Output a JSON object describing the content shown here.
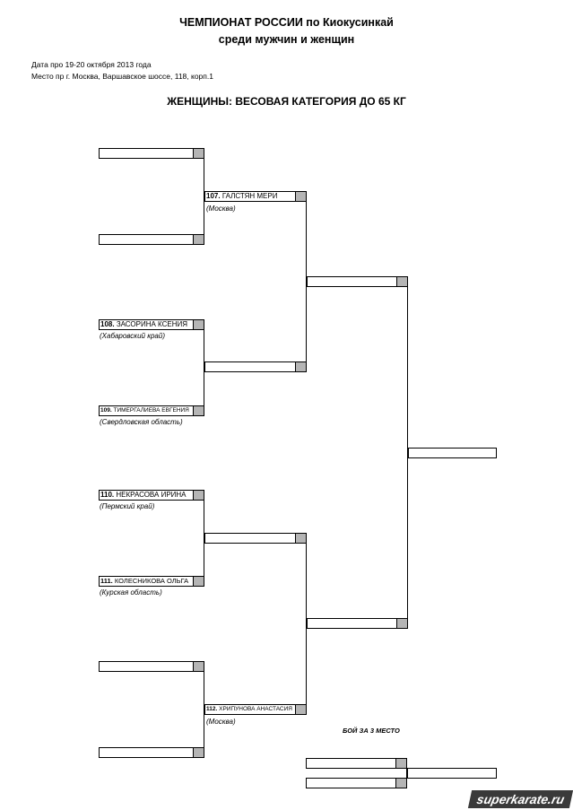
{
  "header": {
    "title_line1": "ЧЕМПИОНАТ РОССИИ по Киокусинкай",
    "title_line2": "среди мужчин и женщин",
    "date_line": "Дата про 19-20 октября 2013 года",
    "place_line": "Место пр г. Москва, Варшавское шоссе, 118, корп.1",
    "category": "ЖЕНЩИНЫ: ВЕСОВАЯ КАТЕГОРИЯ ДО 65 КГ"
  },
  "fighters": {
    "f107": {
      "num": "107.",
      "name": "ГАЛСТЯН МЕРИ",
      "region": "(Москва)"
    },
    "f108": {
      "num": "108.",
      "name": "ЗАСОРИНА КСЕНИЯ",
      "region": "(Хабаровский край)"
    },
    "f109": {
      "num": "109.",
      "name": "ТИМЕРГАЛИЕВА ЕВГЕНИЯ",
      "region": "(Свердловская область)"
    },
    "f110": {
      "num": "110.",
      "name": "НЕКРАСОВА ИРИНА",
      "region": "(Пермский край)"
    },
    "f111": {
      "num": "111.",
      "name": "КОЛЕСНИКОВА ОЛЬГА",
      "region": "(Курская область)"
    },
    "f112": {
      "num": "112.",
      "name": "ХРИПУНОВА АНАСТАСИЯ",
      "region": "(Москва)"
    }
  },
  "third_place_label": "БОЙ ЗА 3 МЕСТО",
  "watermark": "superkarate.ru"
}
